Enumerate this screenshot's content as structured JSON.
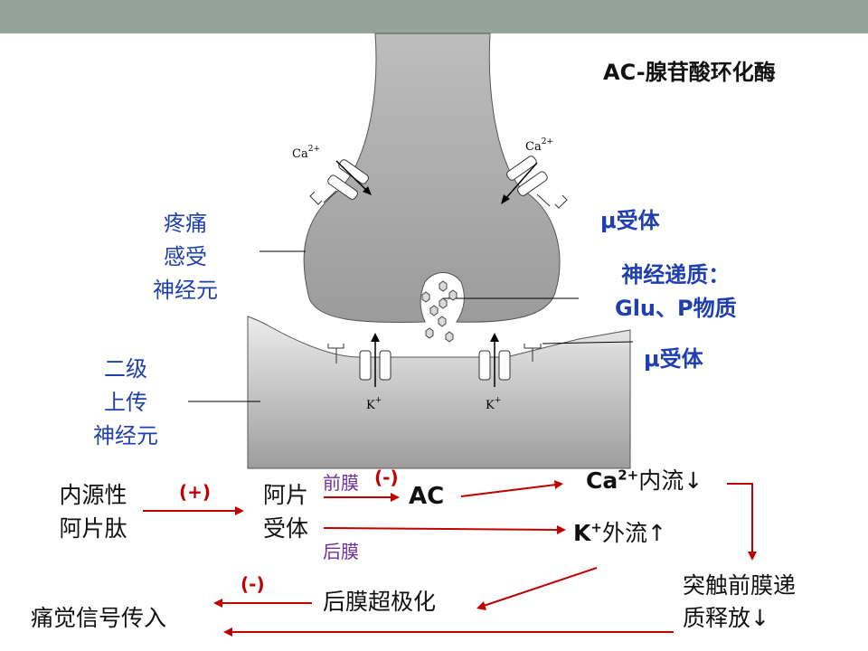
{
  "header": {
    "title": "AC-腺苷酸环化酶"
  },
  "diagram": {
    "ca_left": {
      "base": "Ca",
      "sup": "2+"
    },
    "ca_right": {
      "base": "Ca",
      "sup": "2+"
    },
    "k_left": {
      "base": "K",
      "sup": "+"
    },
    "k_right": {
      "base": "K",
      "sup": "+"
    },
    "pain_neuron": [
      "疼痛",
      "感受",
      "神经元"
    ],
    "second_neuron": [
      "二级",
      "上传",
      "神经元"
    ],
    "mu_receptor_upper": "μ受体",
    "mu_receptor_lower": "μ受体",
    "neurotransmitter": [
      "神经递质：",
      "Glu、P物质"
    ]
  },
  "flow": {
    "endogenous_opioid": [
      "内源性",
      "阿片肽"
    ],
    "plus_sign": "(+)",
    "opioid_receptor": [
      "阿片",
      "受体"
    ],
    "presynaptic": "前膜",
    "minus_sign_pre": "(-)",
    "ac": "AC",
    "postsynaptic": "后膜",
    "ca_influx": {
      "prefix": "Ca",
      "sup": "2+",
      "suffix": "内流↓"
    },
    "k_efflux": {
      "prefix": "K",
      "sup": "+",
      "suffix": "外流↑"
    },
    "transmitter_release": [
      "突触前膜递",
      "质释放↓"
    ],
    "hyperpolarization": "后膜超极化",
    "minus_sign_post": "(-)",
    "pain_signal": "痛觉信号传入"
  }
}
